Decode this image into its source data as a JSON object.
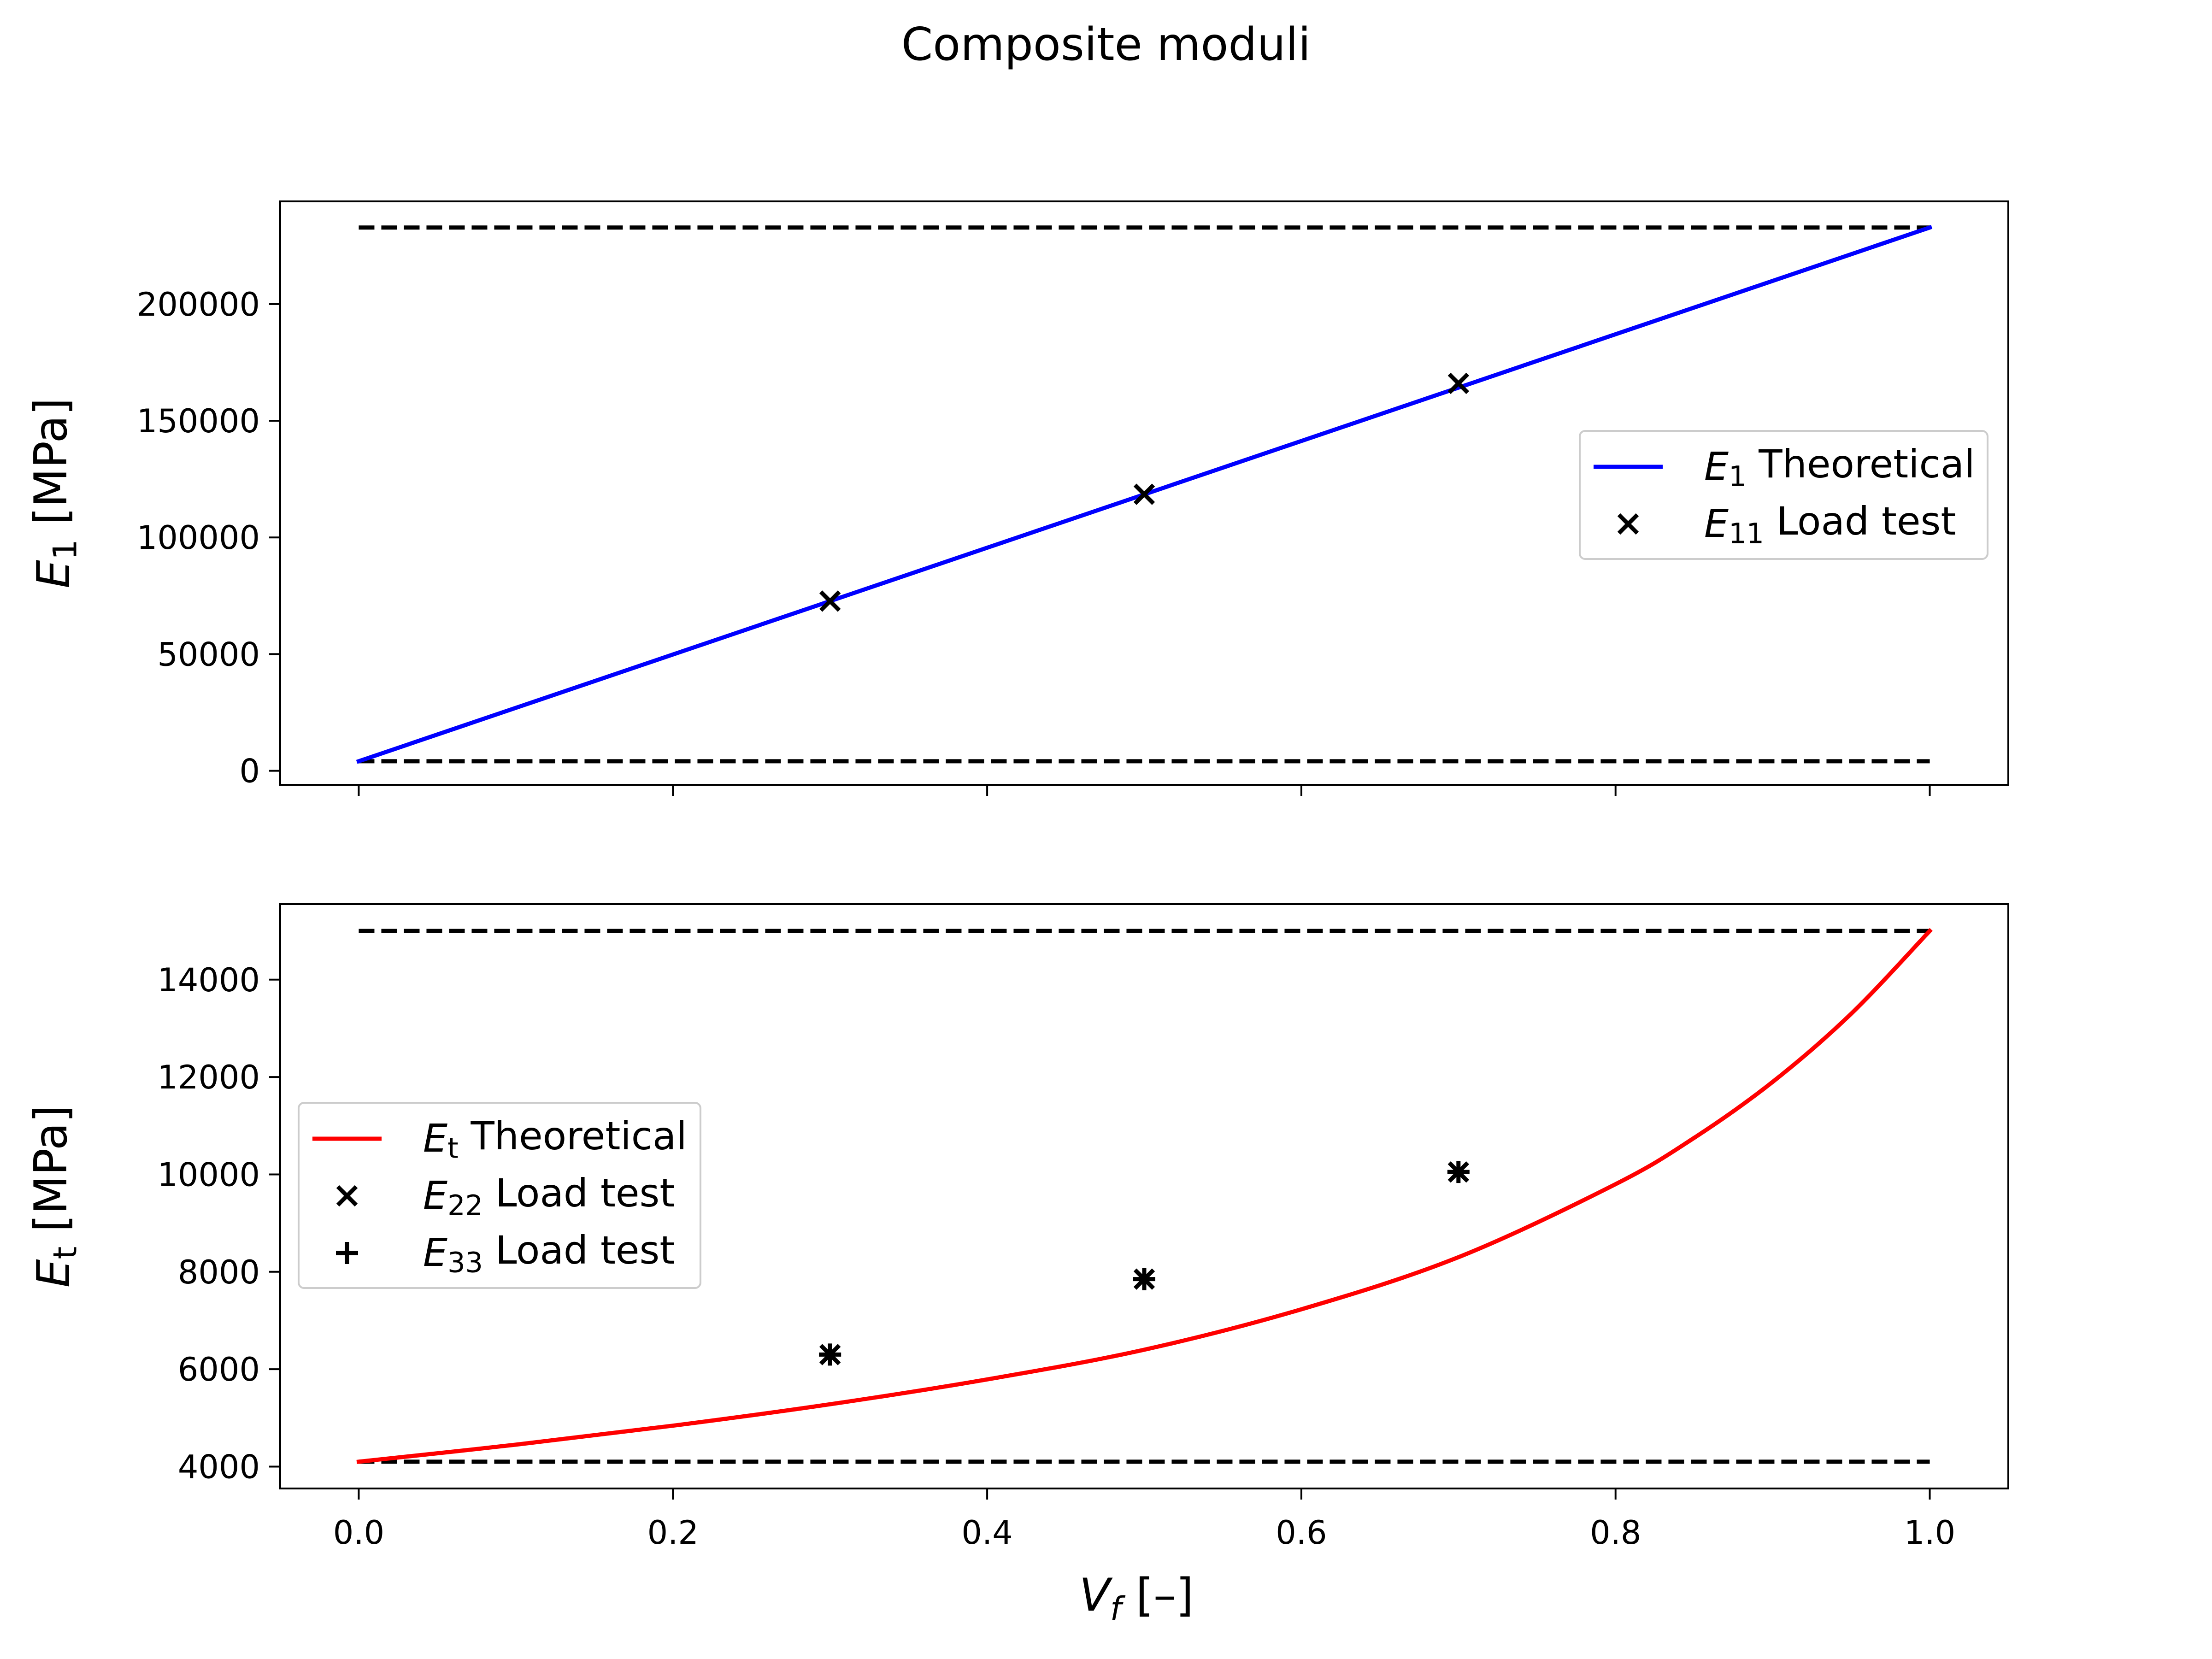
{
  "figure": {
    "suptitle": "Composite moduli",
    "xlabel": {
      "var": "V",
      "sub": "f",
      "unit": " [–]"
    }
  },
  "chart_data": [
    {
      "type": "line",
      "ylabel": {
        "var": "E",
        "sub": "1",
        "unit": " [MPa]"
      },
      "xlim": [
        -0.05,
        1.05
      ],
      "ylim": [
        -6000,
        244000
      ],
      "xticks": [
        0.0,
        0.2,
        0.4,
        0.6,
        0.8,
        1.0
      ],
      "show_xtick_labels": false,
      "yticks": [
        0,
        50000,
        100000,
        150000,
        200000
      ],
      "ytick_labels": [
        "0",
        "50000",
        "100000",
        "150000",
        "200000"
      ],
      "grid": false,
      "legend_placement": "center-right",
      "bounds": [
        {
          "x": [
            0.0,
            1.0
          ],
          "y": [
            4100,
            4100
          ],
          "style": "dashed",
          "color": "#000000"
        },
        {
          "x": [
            0.0,
            1.0
          ],
          "y": [
            232800,
            232800
          ],
          "style": "dashed",
          "color": "#000000"
        }
      ],
      "series": [
        {
          "kind": "line",
          "color": "#0000ff",
          "legend": {
            "var": "E",
            "sub": "1",
            "text": " Theoretical"
          },
          "x": [
            0.0,
            1.0
          ],
          "y": [
            4100,
            232800
          ]
        },
        {
          "kind": "marker",
          "marker": "x",
          "color": "#000000",
          "legend": {
            "var": "E",
            "sub": "11",
            "text": " Load test"
          },
          "x": [
            0.3,
            0.5,
            0.7
          ],
          "y": [
            72700,
            118500,
            166000
          ]
        }
      ]
    },
    {
      "type": "line",
      "ylabel": {
        "var": "E",
        "sub": "t",
        "unit": " [MPa]"
      },
      "xlim": [
        -0.05,
        1.05
      ],
      "ylim": [
        3550,
        15550
      ],
      "xticks": [
        0.0,
        0.2,
        0.4,
        0.6,
        0.8,
        1.0
      ],
      "xtick_labels": [
        "0.0",
        "0.2",
        "0.4",
        "0.6",
        "0.8",
        "1.0"
      ],
      "show_xtick_labels": true,
      "yticks": [
        4000,
        6000,
        8000,
        10000,
        12000,
        14000
      ],
      "ytick_labels": [
        "4000",
        "6000",
        "8000",
        "10000",
        "12000",
        "14000"
      ],
      "grid": false,
      "legend_placement": "center-left",
      "bounds": [
        {
          "x": [
            0.0,
            1.0
          ],
          "y": [
            4100,
            4100
          ],
          "style": "dashed",
          "color": "#000000"
        },
        {
          "x": [
            0.0,
            1.0
          ],
          "y": [
            15000,
            15000
          ],
          "style": "dashed",
          "color": "#000000"
        }
      ],
      "series": [
        {
          "kind": "line",
          "color": "#ff0000",
          "legend": {
            "var": "E",
            "sub": "t",
            "text": " Theoretical"
          },
          "x": [
            0.0,
            0.1,
            0.2,
            0.3,
            0.4,
            0.5,
            0.6,
            0.7,
            0.8,
            0.85,
            0.9,
            0.95,
            1.0
          ],
          "y": [
            4100,
            4450,
            4840,
            5280,
            5790,
            6400,
            7230,
            8300,
            9800,
            10750,
            11900,
            13300,
            15000
          ]
        },
        {
          "kind": "marker",
          "marker": "x",
          "color": "#000000",
          "legend": {
            "var": "E",
            "sub": "22",
            "text": " Load test"
          },
          "x": [
            0.3,
            0.5,
            0.7
          ],
          "y": [
            6300,
            7850,
            10050
          ]
        },
        {
          "kind": "marker",
          "marker": "+",
          "color": "#000000",
          "legend": {
            "var": "E",
            "sub": "33",
            "text": " Load test"
          },
          "x": [
            0.3,
            0.5,
            0.7
          ],
          "y": [
            6300,
            7850,
            10050
          ]
        }
      ]
    }
  ]
}
